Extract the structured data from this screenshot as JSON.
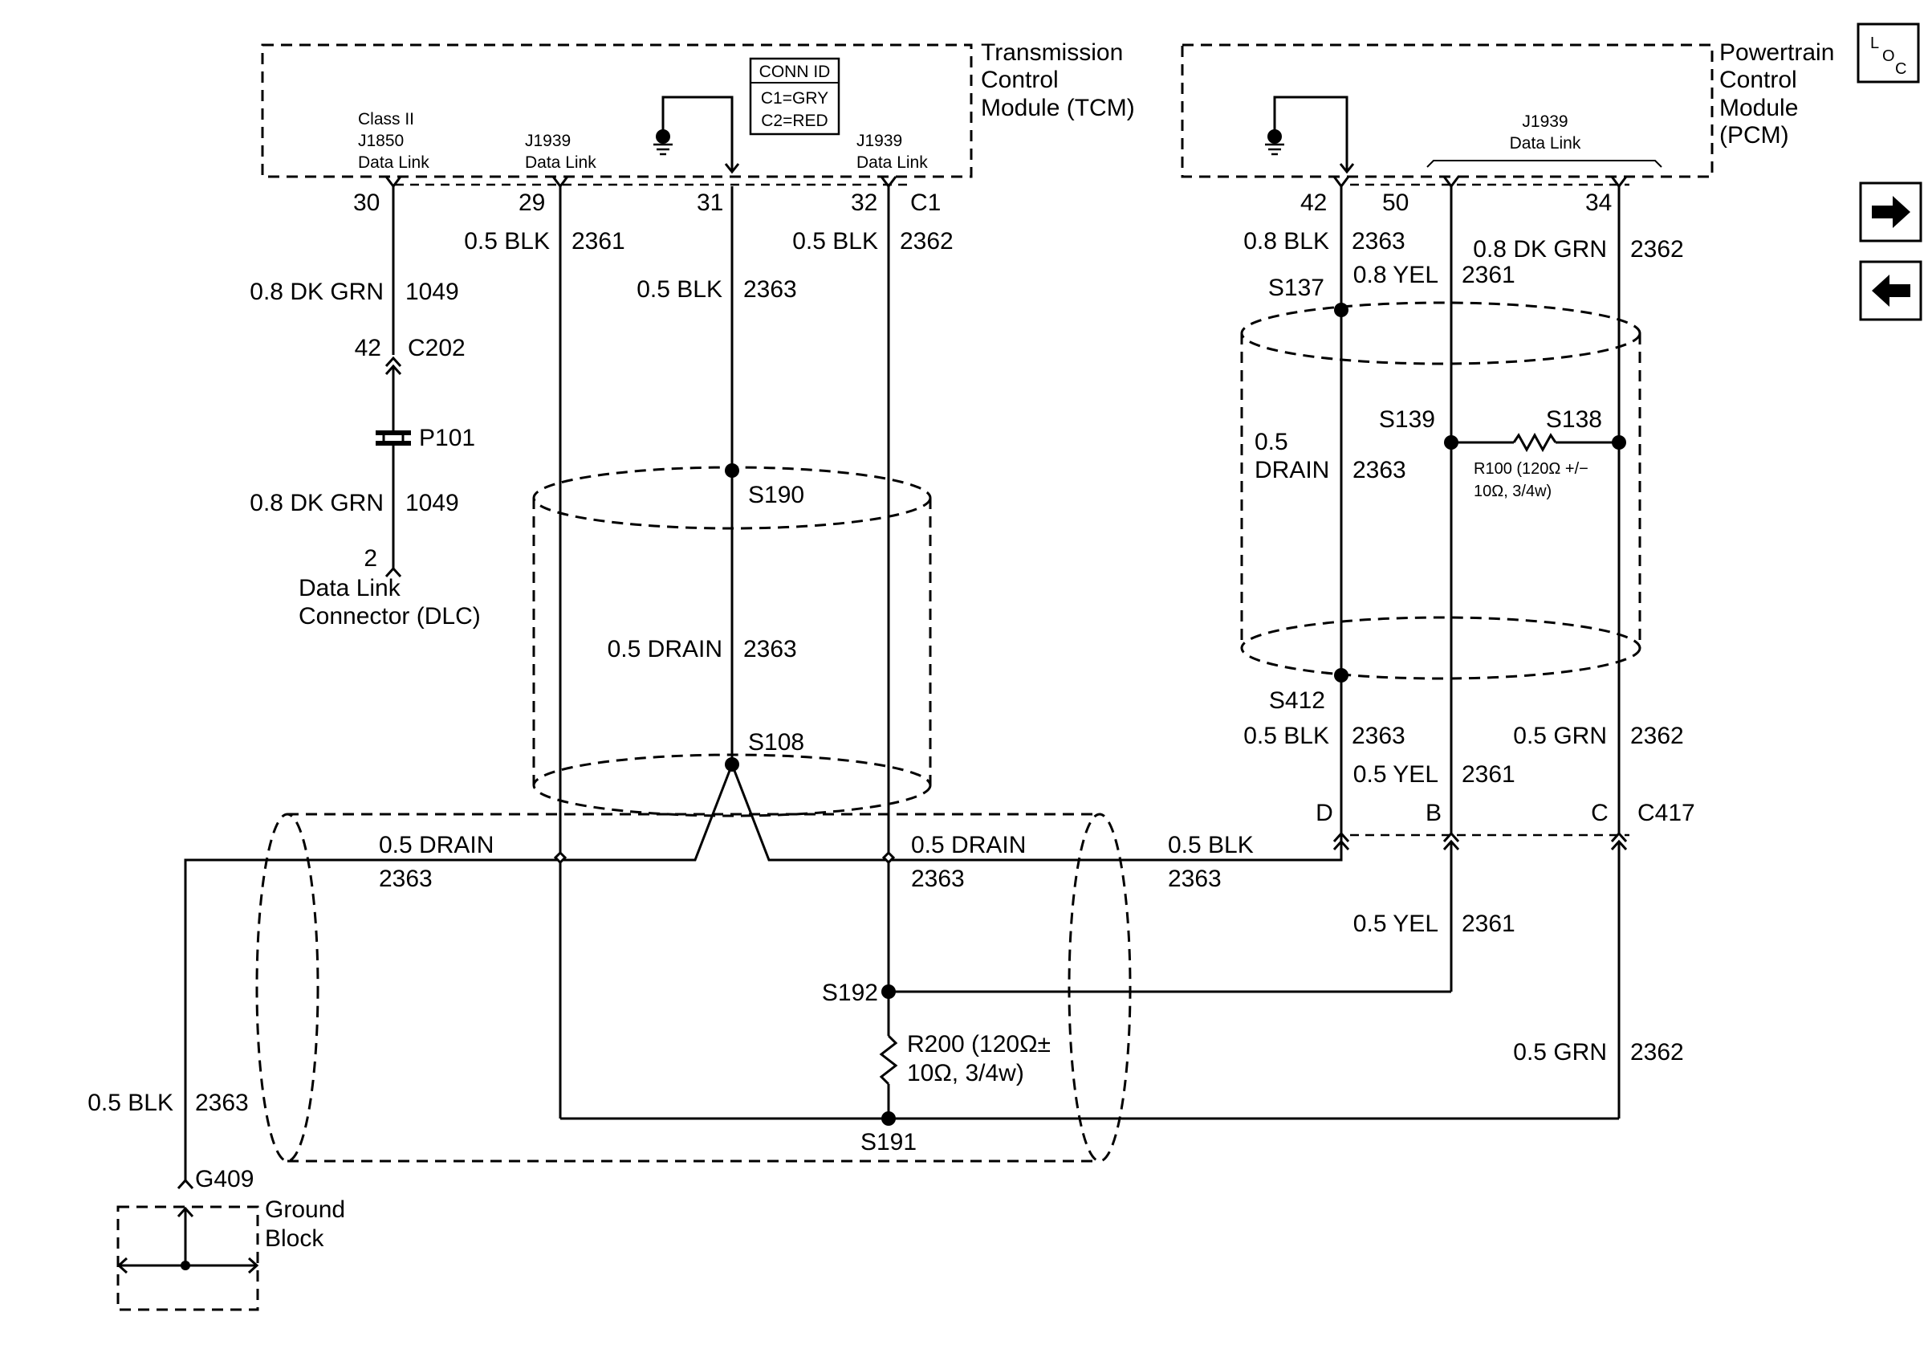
{
  "tcm": {
    "title_lines": [
      "Transmission",
      "Control",
      "Module (TCM)"
    ],
    "conn_id": {
      "title": "CONN ID",
      "line1": "C1=GRY",
      "line2": "C2=RED"
    },
    "class2_lines": [
      "Class II",
      "J1850",
      "Data Link"
    ],
    "j1939_left_lines": [
      "J1939",
      "Data Link"
    ],
    "j1939_right_lines": [
      "J1939",
      "Data Link"
    ],
    "pins": {
      "p30": "30",
      "p29": "29",
      "p31": "31",
      "p32": "32",
      "c1": "C1"
    }
  },
  "pcm": {
    "title_lines": [
      "Powertrain",
      "Control",
      "Module",
      "(PCM)"
    ],
    "j1939_lines": [
      "J1939",
      "Data Link"
    ],
    "pins": {
      "p42": "42",
      "p50": "50",
      "p34": "34"
    }
  },
  "nav": {
    "loc_l": "L",
    "loc_o": "O",
    "loc_c": "C"
  },
  "wires": {
    "w30_top": {
      "color": "0.8 DK GRN",
      "circuit": "1049"
    },
    "c202": {
      "pin": "42",
      "name": "C202"
    },
    "p101": "P101",
    "w30_bottom": {
      "color": "0.8 DK GRN",
      "circuit": "1049"
    },
    "dlc": {
      "pin": "2",
      "name_lines": [
        "Data Link",
        "Connector (DLC)"
      ]
    },
    "w29": {
      "color": "0.5 BLK",
      "circuit": "2361"
    },
    "w31": {
      "color": "0.5 BLK",
      "circuit": "2363"
    },
    "w32": {
      "color": "0.5 BLK",
      "circuit": "2362"
    },
    "s190": "S190",
    "tcm_drain": {
      "color": "0.5 DRAIN",
      "circuit": "2363"
    },
    "s108": "S108",
    "drain_left": {
      "color": "0.5 DRAIN",
      "circuit": "2363"
    },
    "drain_right": {
      "color": "0.5 DRAIN",
      "circuit": "2363"
    },
    "blk_mid": {
      "color": "0.5 BLK",
      "circuit": "2363"
    },
    "s192": "S192",
    "r200_lines": [
      "R200 (120Ω±",
      "10Ω, 3/4w)"
    ],
    "s191": "S191",
    "ground_wire": {
      "color": "0.5 BLK",
      "circuit": "2363"
    },
    "g409": "G409",
    "ground_block_lines": [
      "Ground",
      "Block"
    ],
    "pcm42": {
      "color": "0.8 BLK",
      "circuit": "2363"
    },
    "pcm50": {
      "color": "0.8 YEL",
      "circuit": "2361"
    },
    "pcm34": {
      "color": "0.8 DK GRN",
      "circuit": "2362"
    },
    "s137": "S137",
    "s139": "S139",
    "s138": "S138",
    "pcm_drain": {
      "color_lines": [
        "0.5",
        "DRAIN"
      ],
      "circuit": "2363"
    },
    "r100_lines": [
      "R100 (120Ω +/−",
      "10Ω, 3/4w)"
    ],
    "s412": "S412",
    "s412_blk": {
      "color": "0.5 BLK",
      "circuit": "2363"
    },
    "grn_upper": {
      "color": "0.5 GRN",
      "circuit": "2362"
    },
    "yel_upper": {
      "color": "0.5 YEL",
      "circuit": "2361"
    },
    "c417": {
      "pin_d": "D",
      "pin_b": "B",
      "pin_c": "C",
      "name": "C417"
    },
    "yel_lower": {
      "color": "0.5 YEL",
      "circuit": "2361"
    },
    "grn_lower": {
      "color": "0.5 GRN",
      "circuit": "2362"
    }
  }
}
